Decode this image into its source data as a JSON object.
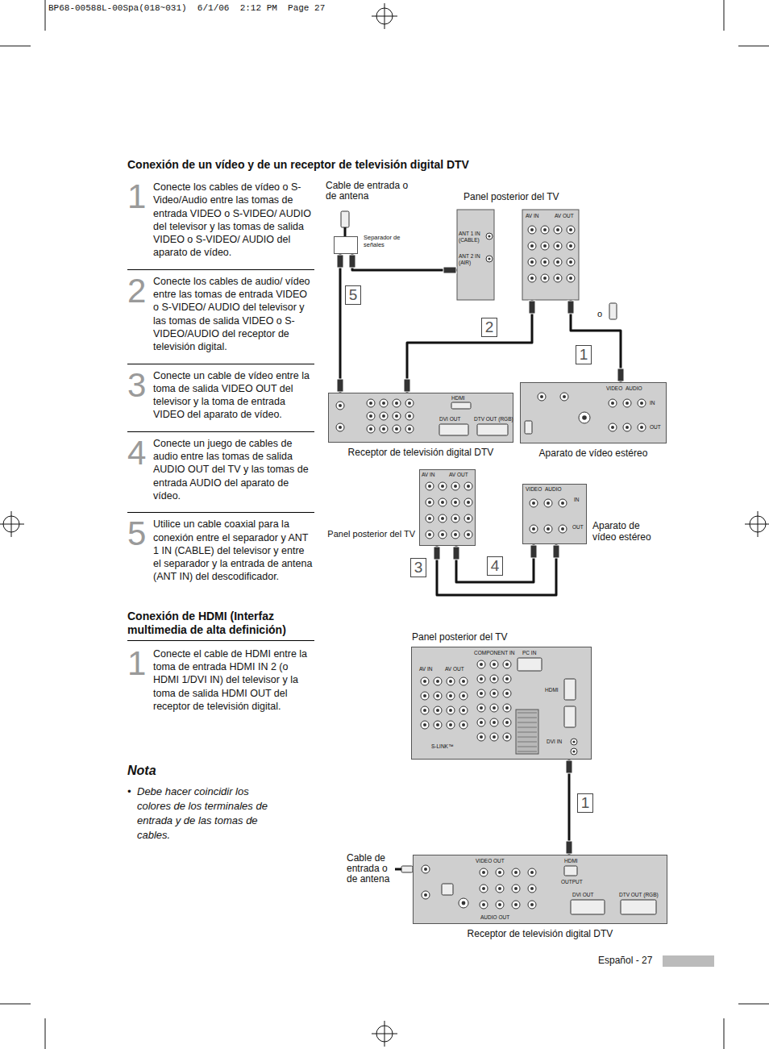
{
  "diagram": {
    "title": "Conexión de un vídeo y de un receptor de televisión digital DTV",
    "nodes": [
      {
        "text": [
          "Separador de señales"
        ]
      },
      {
        "text": [
          "Panel posterior del TV"
        ]
      },
      {
        "text": [
          "Receptor de televisión digital DTV"
        ]
      },
      {
        "text": [
          "Aparato de vídeo estéreo"
        ]
      },
      {
        "text": [
          "Panel posterior del TV"
        ]
      },
      {
        "text": [
          "Aparato de vídeo estéreo"
        ]
      },
      {
        "text": [
          "Panel posterior del TV"
        ]
      },
      {
        "text": [
          "Receptor de televisión digital DTV"
        ]
      }
    ],
    "edges": [
      {
        "from": 0,
        "to": 2,
        "arrow": "none",
        "label": "5"
      },
      {
        "from": 0,
        "to": 1,
        "arrow": "none"
      },
      {
        "from": 2,
        "to": 1,
        "arrow": "none",
        "label": "2"
      },
      {
        "from": 3,
        "to": 1,
        "arrow": "none",
        "label": "1"
      },
      {
        "from": 4,
        "to": 5,
        "arrow": "none",
        "label": "3"
      },
      {
        "from": 4,
        "to": 5,
        "arrow": "none",
        "label": "4"
      },
      {
        "from": 7,
        "to": 6,
        "arrow": "none",
        "label": "1"
      }
    ],
    "labels": [
      "BP68-00588L-00Spa(018~031)  6/1/06  2:12 PM  Page 27",
      "1",
      "Conecte los cables de vídeo o S-Video/Audio entre las tomas de entrada VIDEO o S-VIDEO/ AUDIO del televisor y las tomas de salida VIDEO o S-VIDEO/ AUDIO del aparato de vídeo.",
      "2",
      "Conecte los cables de audio/ vídeo entre las tomas de entrada VIDEO o S-VIDEO/ AUDIO del televisor y las tomas de salida VIDEO o S-VIDEO/AUDIO del receptor de televisión digital.",
      "3",
      "Conecte un cable de vídeo entre la toma de salida VIDEO OUT del televisor y la toma de entrada VIDEO del aparato de vídeo.",
      "4",
      "Conecte un juego de cables de audio entre las tomas de salida AUDIO OUT del TV y las tomas de entrada AUDIO del aparato de vídeo.",
      "5",
      "Utilice un cable coaxial para la conexión entre el separador y ANT 1 IN (CABLE) del televisor y entre el separador y la entrada de antena (ANT IN) del descodificador.",
      "Conexión de HDMI (Interfaz multimedia de alta definición)",
      "1",
      "Conecte el cable de HDMI entre la toma de entrada HDMI IN 2 (o HDMI 1/DVI IN) del televisor y la toma de salida HDMI OUT del receptor de televisión digital.",
      "Nota",
      "•",
      "Debe hacer coincidir los colores de los terminales de entrada y de las tomas de cables.",
      "Español - 27",
      "Cable de entrada o de antena",
      "o",
      "Cable de entrada o de antena",
      "ANT 1 IN (CABLE)",
      "ANT 2 IN (AIR)",
      "AV IN",
      "AV OUT",
      "HDMI",
      "DVI OUT",
      "DTV OUT (RGB)",
      "VIDEO",
      "AUDIO",
      "IN",
      "OUT",
      "AV IN",
      "AV OUT",
      "VIDEO",
      "AUDIO",
      "IN",
      "OUT",
      "AV IN",
      "AV OUT",
      "COMPONENT IN",
      "PC IN",
      "HDMI",
      "DVI IN",
      "S-LINK™",
      "HDMI",
      "OUTPUT",
      "DVI OUT",
      "DTV OUT (RGB)",
      "VIDEO OUT",
      "AUDIO OUT"
    ]
  }
}
